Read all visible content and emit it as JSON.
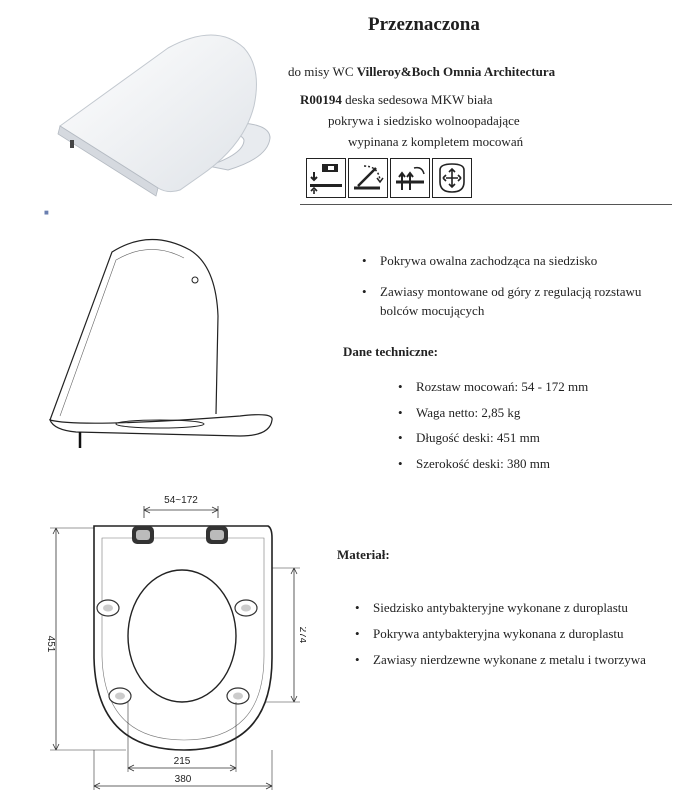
{
  "header": {
    "title": "Przeznaczona",
    "line1_prefix": "do misy WC ",
    "line1_brand": "Villeroy&Boch Omnia",
    "line1_model": " Architectura",
    "code": "R00194",
    "line2_rest": " deska sedesowa MKW biała",
    "line3": "pokrywa i siedzisko wolnoopadające",
    "line4": "wypinana z kompletem mocowań"
  },
  "icons": [
    "top-mount-icon",
    "soft-close-icon",
    "quick-release-icon",
    "adjustable-hinge-icon"
  ],
  "features": [
    {
      "text": "Pokrywa owalna zachodząca na siedzisko"
    },
    {
      "text": "Zawiasy montowane od góry z regulacją rozstawu bolców mocujących"
    }
  ],
  "tech": {
    "heading": "Dane techniczne:",
    "items": [
      {
        "text": "Rozstaw mocowań: 54 - 172 mm"
      },
      {
        "text": "Waga netto: 2,85 kg"
      },
      {
        "text": "Długość deski: 451 mm"
      },
      {
        "text": "Szerokość deski: 380 mm"
      }
    ]
  },
  "material": {
    "heading": "Materiał:",
    "items": [
      {
        "text": "Siedzisko antybakteryjne wykonane z duroplastu"
      },
      {
        "text": "Pokrywa antybakteryjna wykonana z duroplastu"
      },
      {
        "text": "Zawiasy nierdzewne wykonane z metalu i tworzywa"
      }
    ]
  },
  "drawing": {
    "dim_spacing": "54~172",
    "dim_length": "451",
    "dim_opening": "274",
    "dim_inner": "215",
    "dim_width": "380"
  },
  "misc": {
    "dot": "■"
  }
}
